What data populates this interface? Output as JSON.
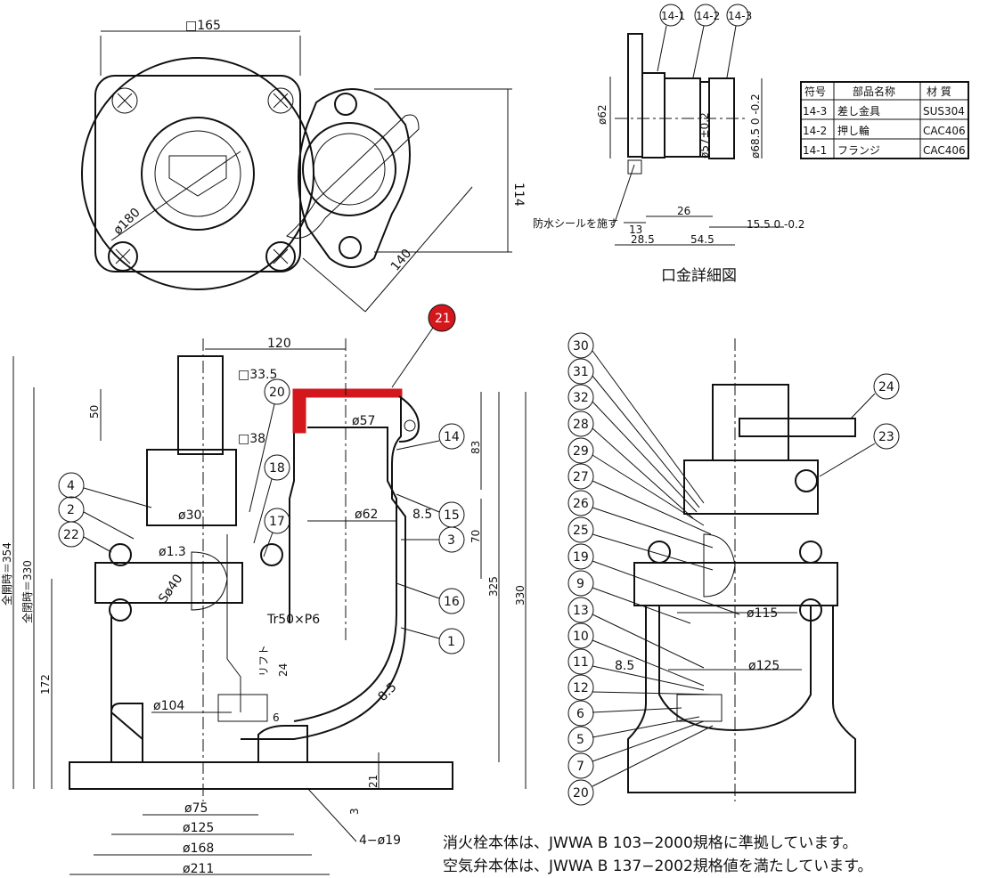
{
  "top_view": {
    "dims": {
      "square": "□165",
      "bolt_circle": "ø180",
      "d114": "114",
      "d140": "140"
    }
  },
  "detail": {
    "caption": "口金詳細図",
    "labels": [
      "14-1",
      "14-2",
      "14-3"
    ],
    "dims": {
      "d62": "ø62",
      "d57": "ø57±0.2",
      "d68": "ø68.5 0 -0.2",
      "d13": "13",
      "d26": "26",
      "d15": "15.5 0 -0.2",
      "d28": "28.5",
      "d54": "54.5"
    },
    "seal_note": "防水シールを施す"
  },
  "parts_table": {
    "headers": [
      "符号",
      "部品名称",
      "材 質"
    ],
    "rows": [
      [
        "14-3",
        "差し金具",
        "SUS304"
      ],
      [
        "14-2",
        "押し輪",
        "CAC406"
      ],
      [
        "14-1",
        "フランジ",
        "CAC406"
      ]
    ]
  },
  "front_view": {
    "dims": {
      "d120": "120",
      "sq335": "□33.5",
      "d50": "50",
      "sq38": "□38",
      "d30": "ø30",
      "d13": "ø1.3",
      "s40": "Sø40",
      "d57": "ø57",
      "d83": "83",
      "d62": "ø62",
      "d85": "8.5",
      "d70": "70",
      "d325": "325",
      "d330": "330",
      "tr": "Tr50×P6",
      "lift": "リフト",
      "d24": "24",
      "d172": "172",
      "d104": "ø104",
      "d6": "6",
      "d85b": "8.5",
      "d21": "21",
      "d3": "3",
      "d75": "ø75",
      "d125": "ø125",
      "d168": "ø168",
      "d211": "ø211",
      "holes": "4−ø19",
      "total_open": "全開時＝354",
      "total_close": "全閉時＝330"
    },
    "callouts": [
      "20",
      "18",
      "17",
      "14",
      "15",
      "3",
      "16",
      "1",
      "4",
      "2",
      "22"
    ],
    "highlight_label": "21",
    "highlight_color": "#d4171c"
  },
  "section_view": {
    "callouts": [
      "30",
      "31",
      "32",
      "28",
      "29",
      "27",
      "26",
      "25",
      "19",
      "9",
      "13",
      "10",
      "11",
      "12",
      "6",
      "5",
      "7",
      "20",
      "24",
      "23"
    ],
    "dims": {
      "d115": "ø115",
      "d125": "ø125",
      "d85": "8.5"
    }
  },
  "notes": [
    "消火栓本体は、JWWA B 103−2000規格に準拠しています。",
    "空気弁本体は、JWWA B 137−2002規格値を満たしています。"
  ]
}
